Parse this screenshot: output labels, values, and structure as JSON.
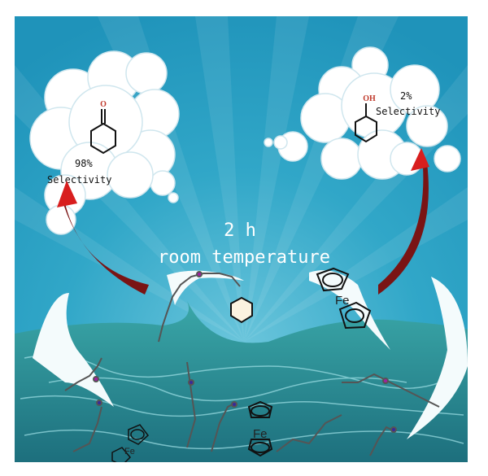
{
  "left_product": {
    "atom": "O",
    "percent": "98%",
    "label": "Selectivity"
  },
  "right_product": {
    "atom": "OH",
    "percent": "2%",
    "label": "Selectivity"
  },
  "conditions": {
    "time": "2 h",
    "temperature": "room temperature"
  },
  "ferrocene_labels": [
    "Fe",
    "Fe",
    "Fe"
  ],
  "colors": {
    "sky": "#2aa3c6",
    "sea": "#2a8f97",
    "arrow": "#7a1414",
    "arrow_head": "#d81e1e",
    "cloud": "#ffffff"
  }
}
